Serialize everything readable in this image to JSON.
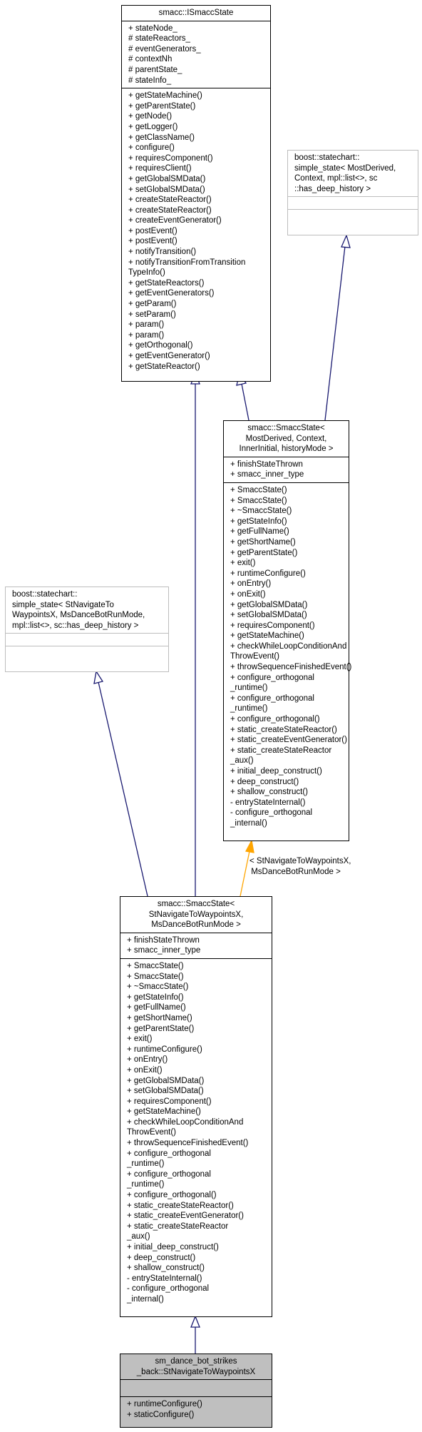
{
  "nodes": {
    "istate": {
      "title": [
        "smacc::ISmaccState"
      ],
      "attributes": [
        "+ stateNode_",
        "# stateReactors_",
        "# eventGenerators_",
        "# contextNh",
        "# parentState_",
        "# stateInfo_"
      ],
      "methods": [
        "+ getStateMachine()",
        "+ getParentState()",
        "+ getNode()",
        "+ getLogger()",
        "+ getClassName()",
        "+ configure()",
        "+ requiresComponent()",
        "+ requiresClient()",
        "+ getGlobalSMData()",
        "+ setGlobalSMData()",
        "+ createStateReactor()",
        "+ createStateReactor()",
        "+ createEventGenerator()",
        "+ postEvent()",
        "+ postEvent()",
        "+ notifyTransition()",
        "+ notifyTransitionFromTransition",
        "TypeInfo()",
        "+ getStateReactors()",
        "+ getEventGenerators()",
        "+ getParam()",
        "+ setParam()",
        "+ param()",
        "+ param()",
        "+ getOrthogonal()",
        "+ getEventGenerator()",
        "+ getStateReactor()"
      ]
    },
    "boost_simple_state_generic": {
      "title": [
        "boost::statechart::",
        "simple_state< MostDerived,",
        "Context, mpl::list<>, sc",
        "::has_deep_history >"
      ],
      "attributes": [],
      "methods": []
    },
    "smacc_state_template": {
      "title": [
        "smacc::SmaccState<",
        "MostDerived, Context,",
        "InnerInitial, historyMode >"
      ],
      "attributes": [
        "+ finishStateThrown",
        "+ smacc_inner_type"
      ],
      "methods": [
        "+ SmaccState()",
        "+ SmaccState()",
        "+ ~SmaccState()",
        "+ getStateInfo()",
        "+ getFullName()",
        "+ getShortName()",
        "+ getParentState()",
        "+ exit()",
        "+ runtimeConfigure()",
        "+ onEntry()",
        "+ onExit()",
        "+ getGlobalSMData()",
        "+ setGlobalSMData()",
        "+ requiresComponent()",
        "+ getStateMachine()",
        "+ checkWhileLoopConditionAnd",
        "ThrowEvent()",
        "+ throwSequenceFinishedEvent()",
        "+ configure_orthogonal",
        "_runtime()",
        "+ configure_orthogonal",
        "_runtime()",
        "+ configure_orthogonal()",
        "+ static_createStateReactor()",
        "+ static_createEventGenerator()",
        "+ static_createStateReactor",
        "_aux()",
        "+ initial_deep_construct()",
        "+ deep_construct()",
        "+ shallow_construct()",
        "- entryStateInternal()",
        "- configure_orthogonal",
        "_internal()"
      ]
    },
    "boost_simple_state_specific": {
      "title": [
        "boost::statechart::",
        "simple_state< StNavigateTo",
        "WaypointsX, MsDanceBotRunMode,",
        "mpl::list<>, sc::has_deep_history >"
      ],
      "attributes": [],
      "methods": []
    },
    "smacc_state_instance": {
      "title": [
        "smacc::SmaccState<",
        "StNavigateToWaypointsX,",
        "MsDanceBotRunMode >"
      ],
      "attributes": [
        "+ finishStateThrown",
        "+ smacc_inner_type"
      ],
      "methods": [
        "+ SmaccState()",
        "+ SmaccState()",
        "+ ~SmaccState()",
        "+ getStateInfo()",
        "+ getFullName()",
        "+ getShortName()",
        "+ getParentState()",
        "+ exit()",
        "+ runtimeConfigure()",
        "+ onEntry()",
        "+ onExit()",
        "+ getGlobalSMData()",
        "+ setGlobalSMData()",
        "+ requiresComponent()",
        "+ getStateMachine()",
        "+ checkWhileLoopConditionAnd",
        "ThrowEvent()",
        "+ throwSequenceFinishedEvent()",
        "+ configure_orthogonal",
        "_runtime()",
        "+ configure_orthogonal",
        "_runtime()",
        "+ configure_orthogonal()",
        "+ static_createStateReactor()",
        "+ static_createEventGenerator()",
        "+ static_createStateReactor",
        "_aux()",
        "+ initial_deep_construct()",
        "+ deep_construct()",
        "+ shallow_construct()",
        "- entryStateInternal()",
        "- configure_orthogonal",
        "_internal()"
      ]
    },
    "st_navigate": {
      "title": [
        "sm_dance_bot_strikes",
        "_back::StNavigateToWaypointsX"
      ],
      "attributes": [],
      "methods": [
        "+ runtimeConfigure()",
        "+ staticConfigure()"
      ]
    }
  },
  "template_binding_label": [
    "< StNavigateToWaypointsX,",
    "MsDanceBotRunMode >"
  ],
  "colors": {
    "inheritance_edge": "#191970",
    "template_edge": "#ffa500",
    "selected_node_fill": "#bfbfbf",
    "external_node_border": "#bdbdbd"
  }
}
